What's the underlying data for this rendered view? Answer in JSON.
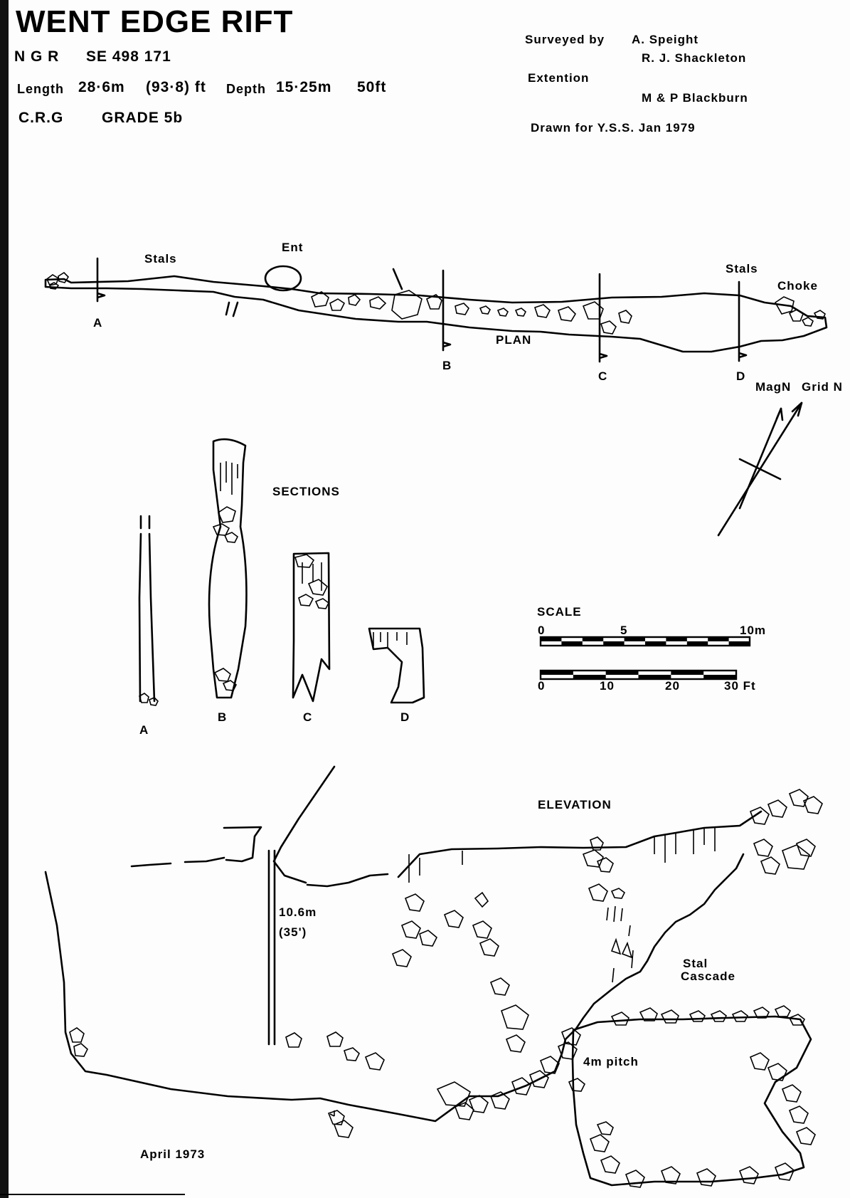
{
  "header": {
    "title": "WENT EDGE RIFT",
    "ngr": "N G R",
    "ngr_value": "SE 498 171",
    "length_label": "Length",
    "length_value": "28·6m",
    "length_ft": "(93·8) ft",
    "depth_label": "Depth",
    "depth_value": "15·25m",
    "depth_ft": "50ft",
    "crg": "C.R.G",
    "grade": "GRADE 5b"
  },
  "credits": {
    "surveyed_by_label": "Surveyed by",
    "surveyor_1": "A. Speight",
    "surveyor_2": "R. J. Shackleton",
    "extension_label": "Extention",
    "extension_by": "M & P Blackburn",
    "drawn_for": "Drawn for  Y.S.S.  Jan  1979"
  },
  "plan": {
    "label": "PLAN",
    "annotations": [
      "Stals",
      "Ent",
      "Stals",
      "Choke"
    ],
    "section_markers": [
      "A",
      "B",
      "C",
      "D"
    ]
  },
  "north": {
    "mag": "MagN",
    "grid": "Grid N"
  },
  "sections": {
    "label": "SECTIONS",
    "items": [
      "A",
      "B",
      "C",
      "D"
    ]
  },
  "scale": {
    "label": "SCALE",
    "metric_ticks": [
      "0",
      "5",
      "10m"
    ],
    "imperial_ticks": [
      "0",
      "10",
      "20",
      "30 Ft"
    ]
  },
  "elevation": {
    "label": "ELEVATION",
    "pitch_height": "10.6m",
    "pitch_height_ft": "(35')",
    "stal_cascade_1": "Stal",
    "stal_cascade_2": "Cascade",
    "pitch_2": "4m pitch"
  },
  "footer": {
    "date": "April  1973"
  }
}
